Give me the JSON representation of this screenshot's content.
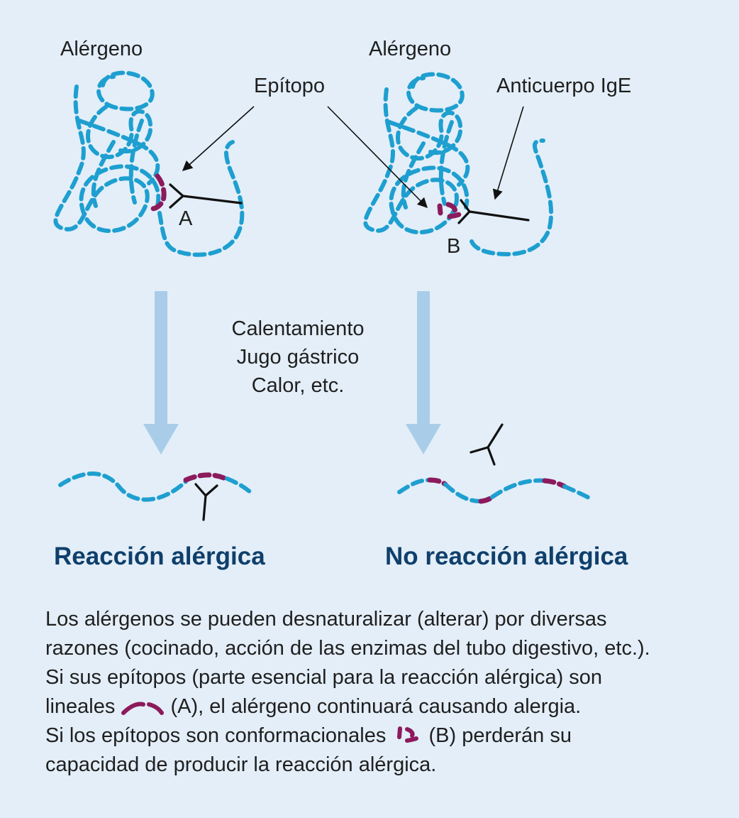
{
  "labels": {
    "allergen_left": "Alérgeno",
    "allergen_right": "Alérgeno",
    "epitope": "Epítopo",
    "antibody": "Anticuerpo IgE",
    "marker_a": "A",
    "marker_b": "B",
    "treatments": [
      "Calentamiento",
      "Jugo gástrico",
      "Calor, etc."
    ],
    "result_left": "Reacción alérgica",
    "result_right": "No reacción alérgica"
  },
  "description": {
    "line1": "Los alérgenos se pueden desnaturalizar (alterar) por diversas",
    "line2": "razones (cocinado, acción de las enzimas del tubo digestivo, etc.).",
    "line3": "Si sus epítopos (parte esencial para la reacción alérgica) son",
    "line4_pre": "lineales",
    "line4_post": "(A), el alérgeno continuará causando alergia.",
    "line5_pre": "Si los epítopos son conformacionales",
    "line5_post": "(B) perderán su",
    "line6": "capacidad de producir la reacción alérgica."
  },
  "colors": {
    "background": "#e3eef8",
    "chain": "#1e9fd0",
    "epitope": "#8c1a5c",
    "antibody": "#111111",
    "arrow": "#a9cde9",
    "heading": "#0f3f6b"
  },
  "icons": [
    "y-antibody-icon",
    "linear-epitope-icon",
    "conformational-epitope-icon",
    "down-arrow-icon"
  ]
}
